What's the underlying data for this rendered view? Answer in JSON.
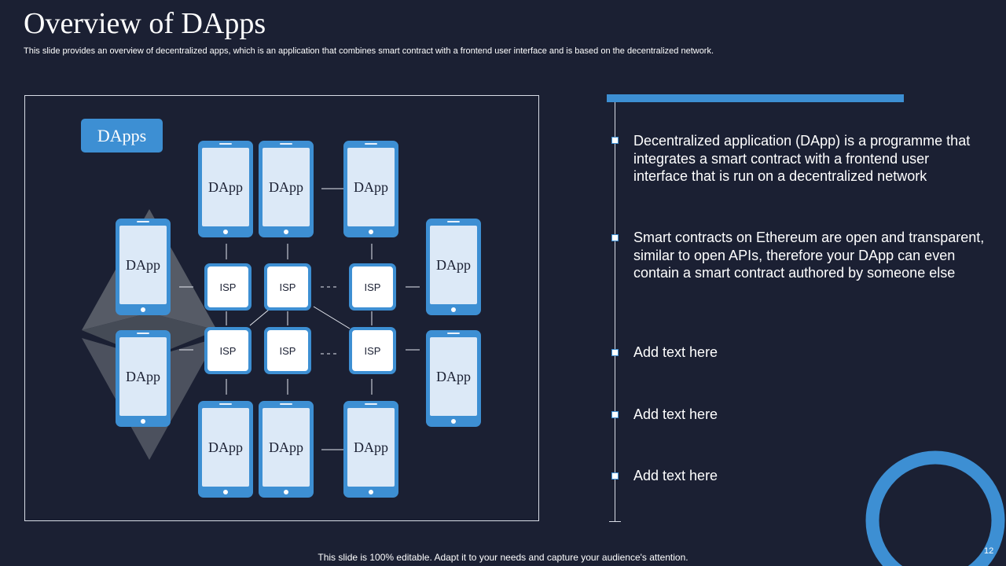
{
  "title": "Overview of DApps",
  "subtitle": "This slide provides an overview of decentralized apps, which is an application that combines smart contract with a frontend user interface and is based on the decentralized network.",
  "diagram": {
    "label": "DApps",
    "dapp_label": "DApp",
    "isp_label": "ISP"
  },
  "bullets": [
    "Decentralized application (DApp) is a programme that integrates a smart contract with a frontend user interface that is run on a decentralized network",
    "Smart contracts on Ethereum are open and transparent, similar to open APIs, therefore your DApp can even contain a smart contract authored by someone else",
    "Add text here",
    "Add text here",
    "Add text here"
  ],
  "footer": "This slide is 100% editable. Adapt it to your needs and capture your audience's attention.",
  "page_number": "12",
  "colors": {
    "background": "#1b2033",
    "accent": "#3d8fd3",
    "screen": "#dce9f7"
  }
}
